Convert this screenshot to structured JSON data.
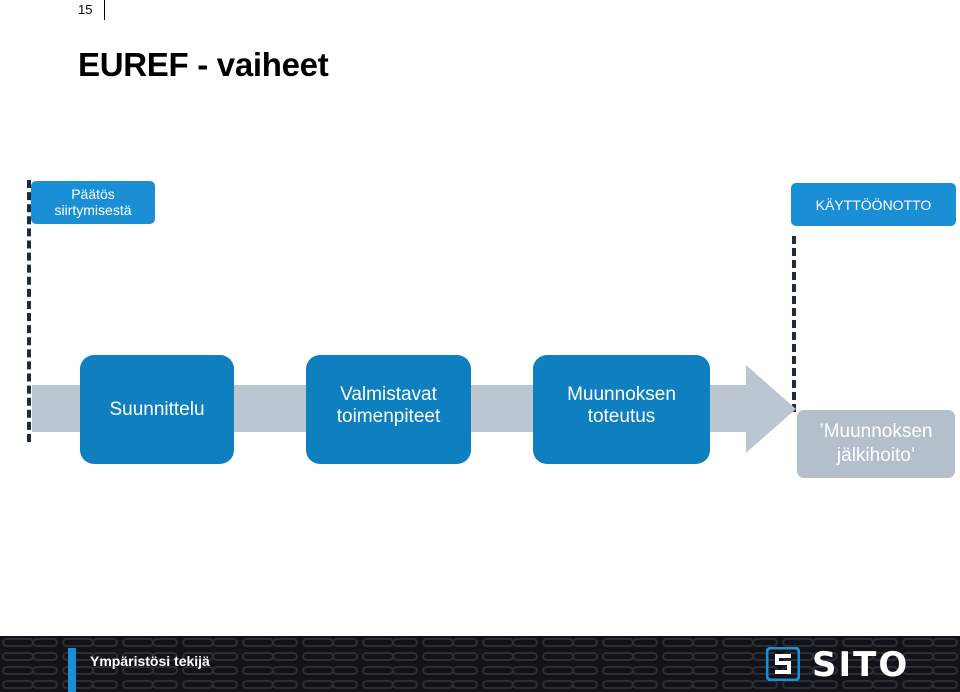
{
  "slide": {
    "page_number": "15",
    "title": "EUREF - vaiheet"
  },
  "diagram": {
    "milestone_start": "Päätös siirtymisestä",
    "milestone_end": "KÄYTTÖÖNOTTO",
    "phases": [
      "Suunnittelu",
      "Valmistavat toimenpiteet",
      "Muunnoksen toteutus",
      "’Muunnoksen jälkihoito’"
    ]
  },
  "footer": {
    "tagline": "Ympäristösi tekijä",
    "logo_text": "SITO"
  },
  "colors": {
    "phase_blue": "#0e7fbf",
    "milestone_blue": "#1a8fd6",
    "arrow_grey": "#bcc6d2",
    "footer_bg": "#111318"
  }
}
